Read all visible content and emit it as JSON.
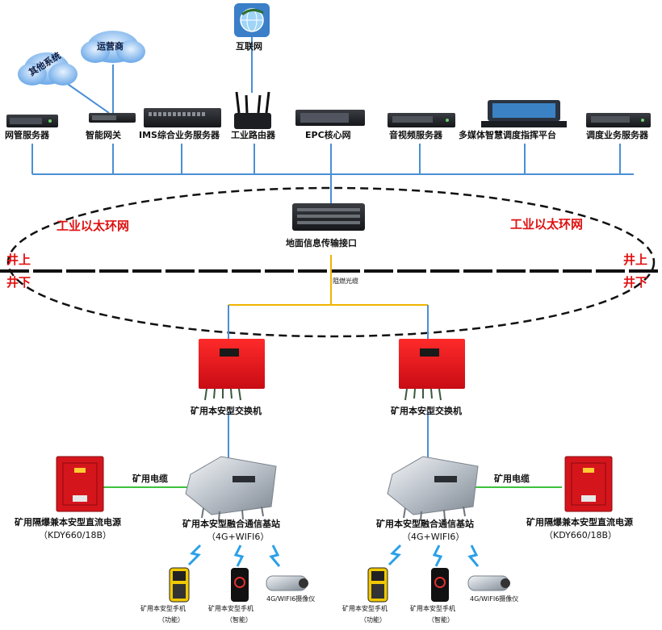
{
  "clouds": {
    "other_systems": "其他系统",
    "carrier": "运营商"
  },
  "internet": "互联网",
  "top_devices": {
    "nms_server": "网管服务器",
    "smart_gateway": "智能网关",
    "ims_server": "IMS综合业务服务器",
    "industrial_router": "工业路由器",
    "epc_core": "EPC核心网",
    "av_server": "音视频服务器",
    "multimedia_platform": "多媒体智慧调度指挥平台",
    "dispatch_server": "调度业务服务器"
  },
  "ring": {
    "left_label": "工业以太环网",
    "right_label": "工业以太环网"
  },
  "ground_interface": "地面信息传输接口",
  "shaft": {
    "above_left": "井上",
    "below_left": "井下",
    "above_right": "井上",
    "below_right": "井下"
  },
  "cable_label": "阻燃光缆",
  "switches": {
    "left": "矿用本安型交换机",
    "right": "矿用本安型交换机"
  },
  "base_stations": {
    "left": {
      "name": "矿用本安型融合通信基站",
      "spec": "（4G+WIFI6）"
    },
    "right": {
      "name": "矿用本安型融合通信基站",
      "spec": "（4G+WIFI6）"
    }
  },
  "power_supplies": {
    "left": {
      "name": "矿用隔爆兼本安型直流电源",
      "model": "（KDY660/18B）"
    },
    "right": {
      "name": "矿用隔爆兼本安型直流电源",
      "model": "（KDY660/18B）"
    }
  },
  "mine_cable": {
    "left": "矿用电缆",
    "right": "矿用电缆"
  },
  "terminals": {
    "left": {
      "phone_basic": {
        "name": "矿用本安型手机",
        "type": "（功能）"
      },
      "phone_smart": {
        "name": "矿用本安型手机",
        "type": "（智能）"
      },
      "camera": "4G/WIFI6摄像仪"
    },
    "right": {
      "phone_basic": {
        "name": "矿用本安型手机",
        "type": "（功能）"
      },
      "phone_smart": {
        "name": "矿用本安型手机",
        "type": "（智能）"
      },
      "camera": "4G/WIFI6摄像仪"
    }
  },
  "colors": {
    "bus_line": "#4a8fd6",
    "fiber_line": "#f0b400",
    "cable_line": "#3cc23c",
    "ring_line": "#111111",
    "switch_red": "#e8171e",
    "power_red": "#d4161c",
    "label_red": "#e01010",
    "wireless_blue": "#2aa0e8"
  }
}
